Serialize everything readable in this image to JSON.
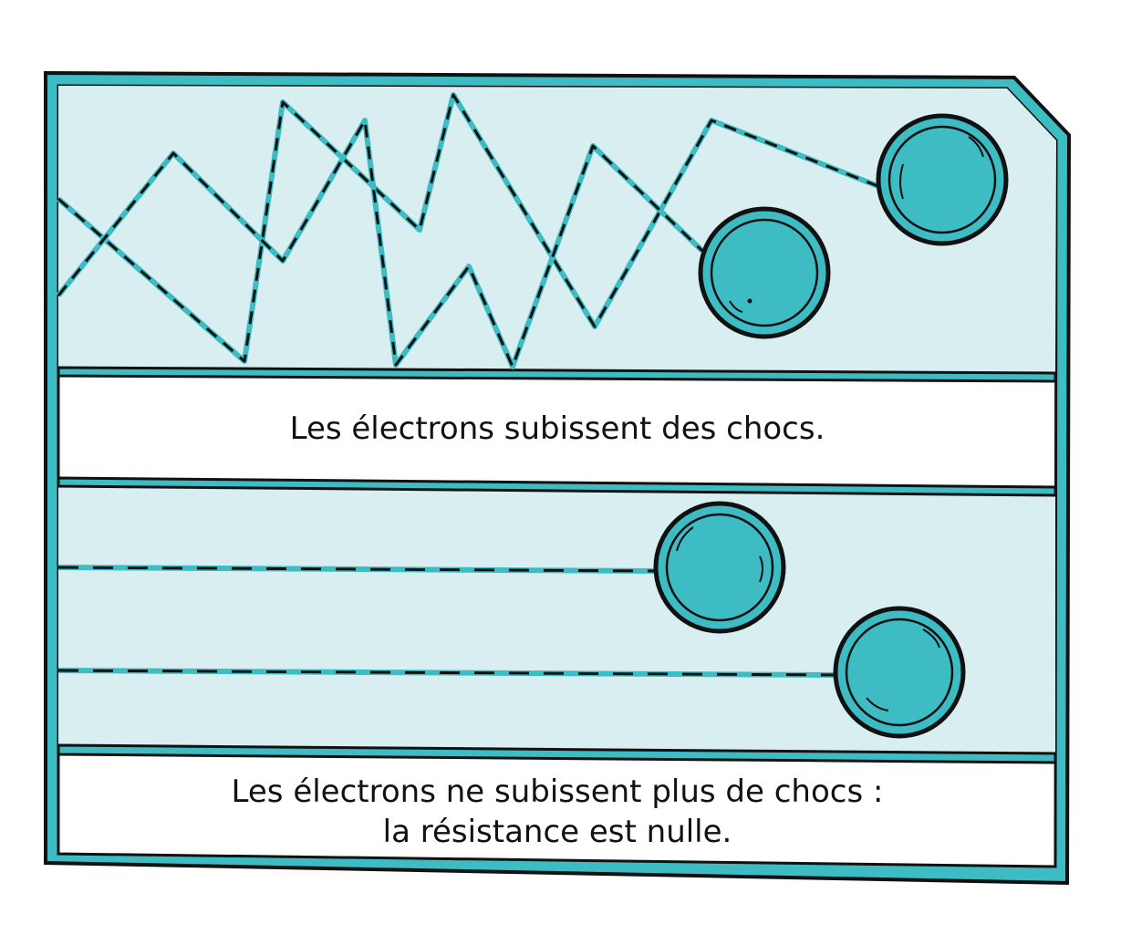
{
  "palette": {
    "accent": "#3dbcc3",
    "panel_fill": "#d8eef0",
    "ink": "#111111"
  },
  "panels": [
    {
      "state": "collisions",
      "caption": "Les électrons subissent des chocs."
    },
    {
      "state": "no-collisions",
      "caption_line1": "Les électrons ne subissent plus de chocs :",
      "caption_line2": "la résistance est nulle."
    }
  ]
}
